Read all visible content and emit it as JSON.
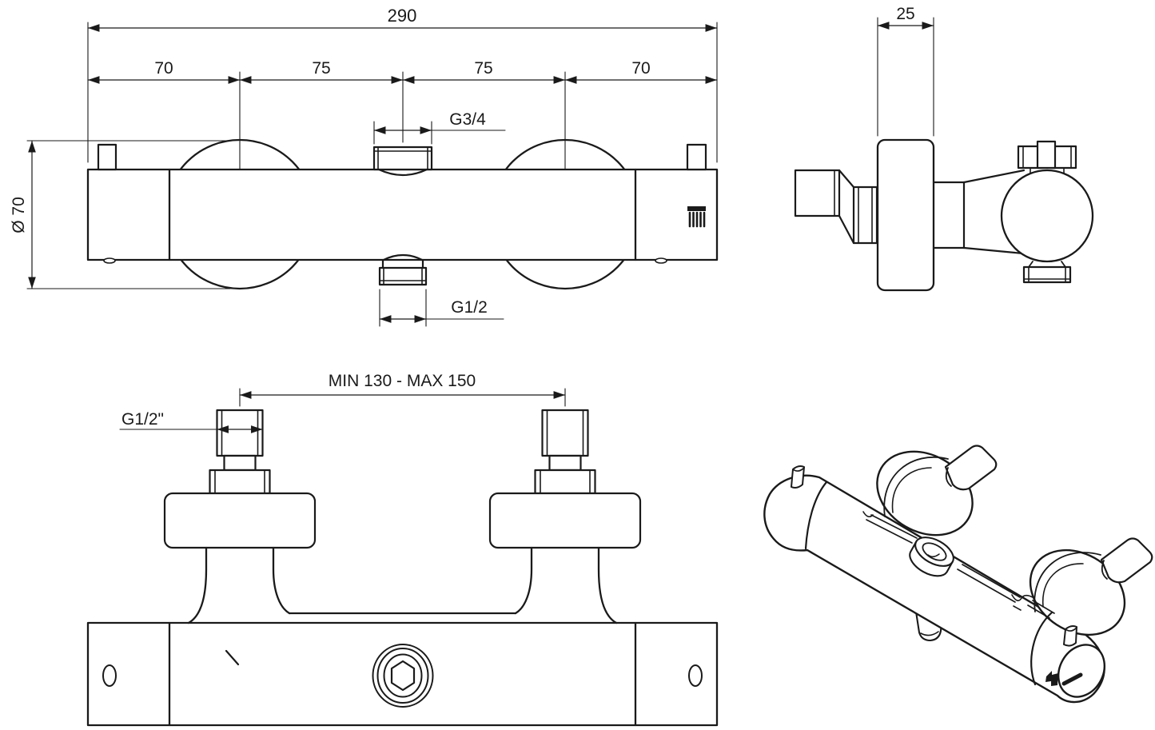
{
  "drawing": {
    "background": "#ffffff",
    "line_color": "#1a1a1a",
    "views": {
      "front": {
        "dim_overall": "290",
        "dim_segments": [
          "70",
          "75",
          "75",
          "70"
        ],
        "dim_top_outlet": "G3/4",
        "dim_bottom_outlet": "G1/2",
        "dim_knob_diameter": "Ø 70"
      },
      "side": {
        "dim_depth": "25"
      },
      "installation": {
        "dim_inlet_spacing": "MIN 130 - MAX 150",
        "dim_inlet_thread": "G1/2\""
      },
      "perspective": {}
    },
    "icons": {
      "shower_head": "shower-head-icon"
    }
  }
}
